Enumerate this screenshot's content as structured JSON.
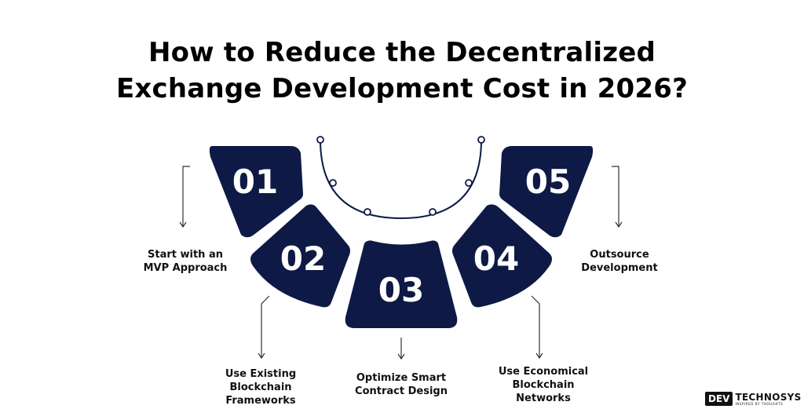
{
  "title": {
    "line1": "How to Reduce the Decentralized",
    "line2": "Exchange Development Cost in 2026?"
  },
  "colors": {
    "segment_fill": "#0e1a45",
    "text": "#111111",
    "background": "#ffffff"
  },
  "segments": [
    {
      "number": "01",
      "label_lines": [
        "Start with an",
        "MVP Approach"
      ]
    },
    {
      "number": "02",
      "label_lines": [
        "Use Existing",
        "Blockchain",
        "Frameworks"
      ]
    },
    {
      "number": "03",
      "label_lines": [
        "Optimize Smart",
        "Contract Design"
      ]
    },
    {
      "number": "04",
      "label_lines": [
        "Use Economical",
        "Blockchain",
        "Networks"
      ]
    },
    {
      "number": "05",
      "label_lines": [
        "Outsource",
        "Development"
      ]
    }
  ],
  "logo": {
    "box_text": "DEV",
    "name": "TECHNOSYS",
    "tagline": "INSPIRED BY THOUGHTS"
  }
}
